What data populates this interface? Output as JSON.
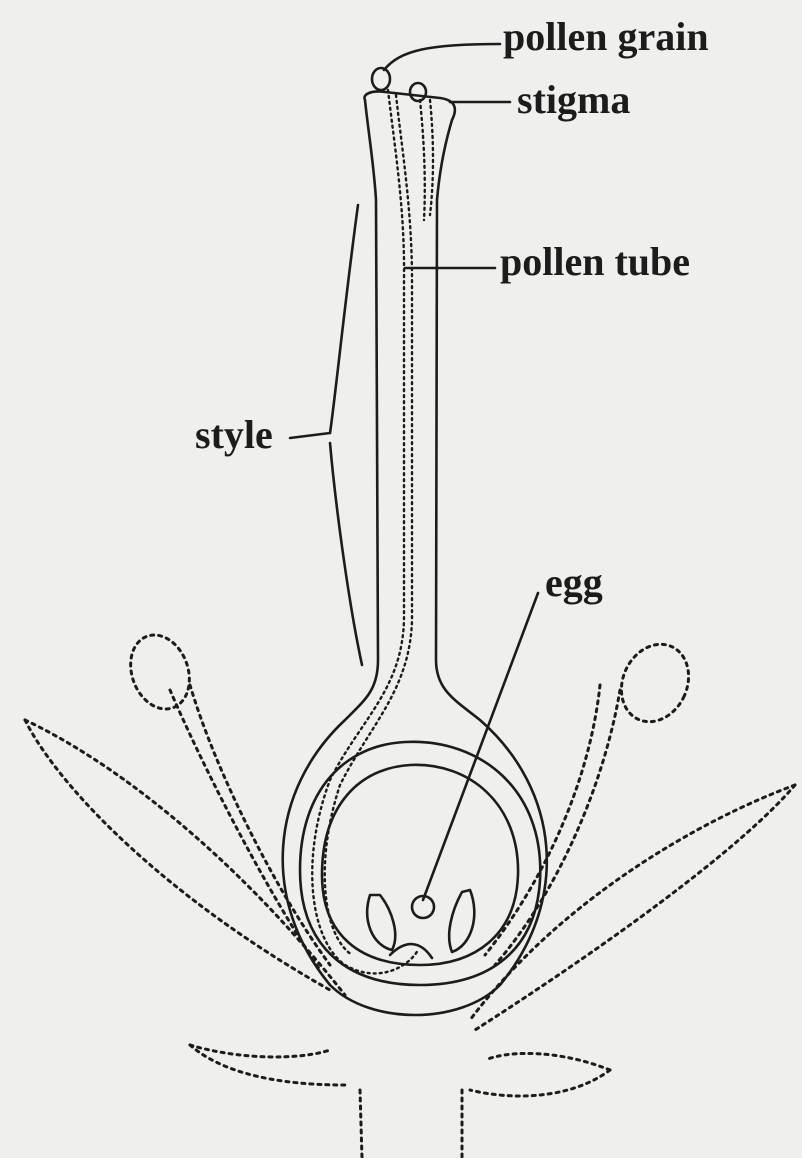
{
  "diagram": {
    "labels": {
      "pollen_grain": "pollen grain",
      "stigma": "stigma",
      "pollen_tube": "pollen tube",
      "style": "style",
      "egg": "egg"
    },
    "colors": {
      "background": "#efefeb",
      "ink": "#1c1c1c"
    }
  }
}
